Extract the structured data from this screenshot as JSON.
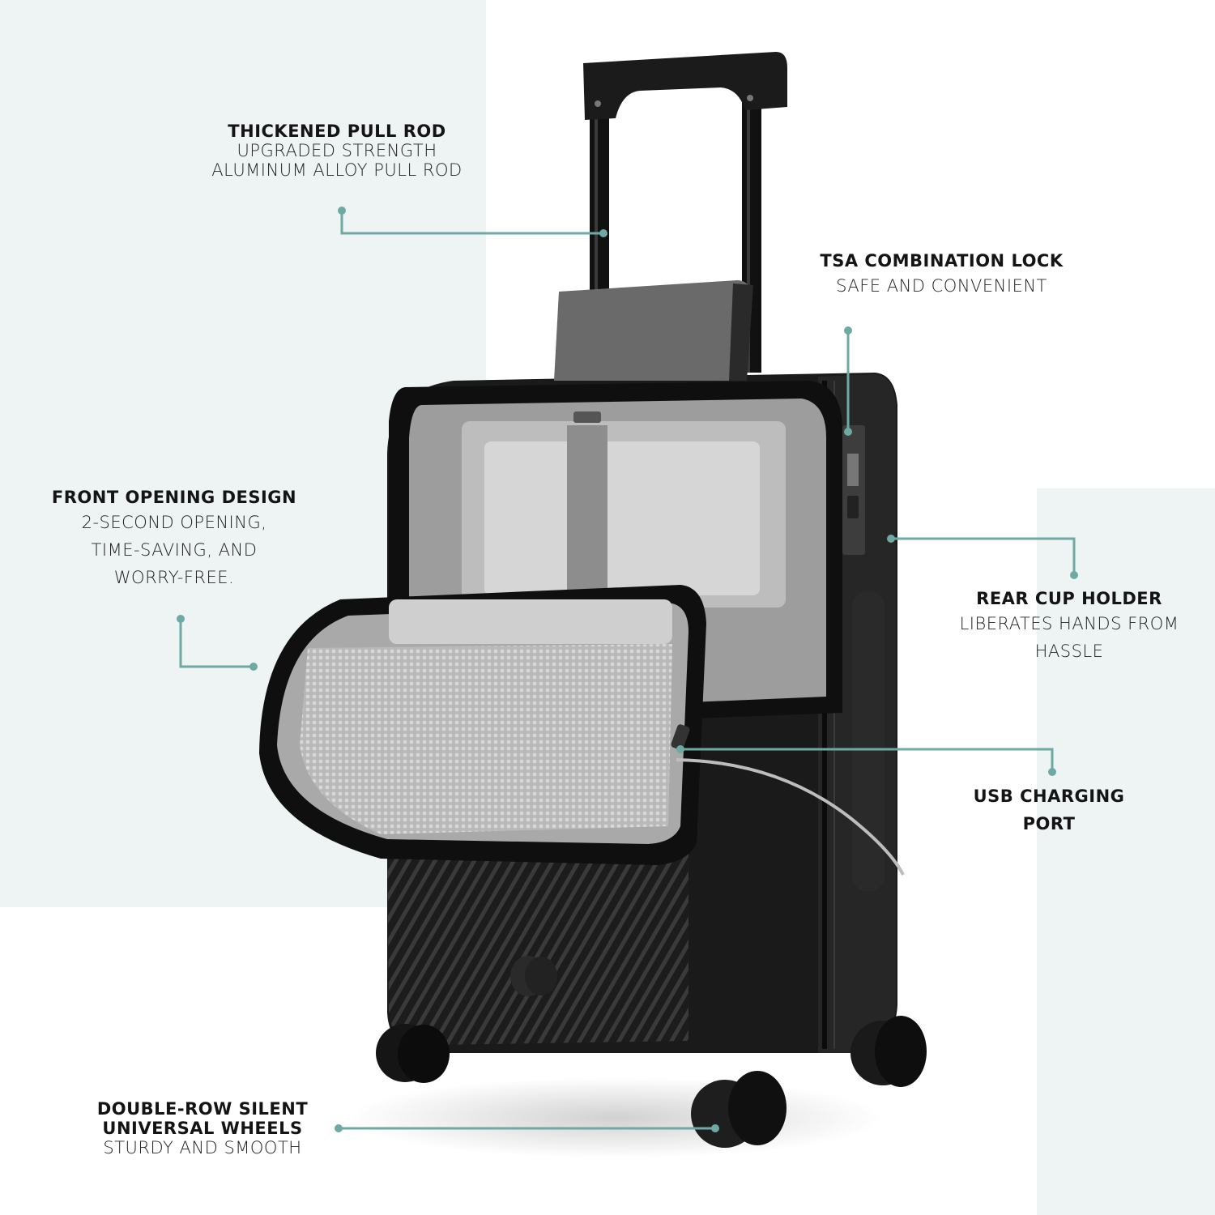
{
  "accent_color": "#6fa9a4",
  "background": {
    "panel_color": "#eef3f4",
    "page_color": "#ffffff"
  },
  "product": {
    "name": "front-opening carry-on suitcase",
    "color": "black"
  },
  "callouts": [
    {
      "id": "pull_rod",
      "title": "THICKENED PULL ROD",
      "lines": [
        "UPGRADED STRENGTH",
        "ALUMINUM ALLOY PULL ROD"
      ]
    },
    {
      "id": "tsa_lock",
      "title": "TSA COMBINATION LOCK",
      "lines": [
        "SAFE AND CONVENIENT"
      ]
    },
    {
      "id": "front_opening",
      "title": "FRONT OPENING DESIGN",
      "lines": [
        "2-SECOND OPENING,",
        "TIME-SAVING, AND",
        "WORRY-FREE."
      ]
    },
    {
      "id": "cup_holder",
      "title": "REAR CUP HOLDER",
      "lines": [
        "LIBERATES HANDS FROM",
        "HASSLE"
      ]
    },
    {
      "id": "usb_port",
      "title_lines": [
        "USB CHARGING",
        "PORT"
      ]
    },
    {
      "id": "wheels",
      "title_lines": [
        "DOUBLE-ROW SILENT",
        "UNIVERSAL WHEELS"
      ],
      "lines": [
        "STURDY AND SMOOTH"
      ]
    }
  ]
}
